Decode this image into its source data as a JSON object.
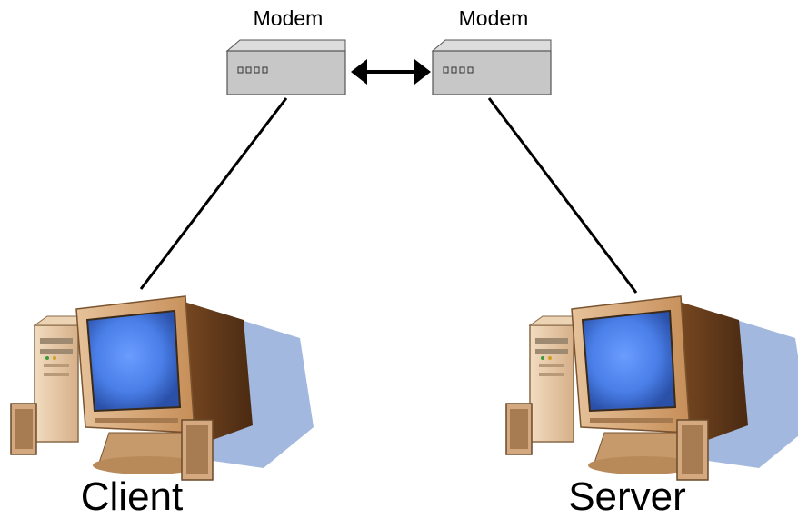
{
  "modems": [
    {
      "label": "Modem"
    },
    {
      "label": "Modem"
    }
  ],
  "nodes": [
    {
      "label": "Client",
      "icon": "desktop-computer-icon"
    },
    {
      "label": "Server",
      "icon": "desktop-computer-icon"
    }
  ],
  "connection": {
    "type": "bidirectional-arrow"
  },
  "colors": {
    "modem_body": "#c6c6c6",
    "modem_top": "#d9d9d9",
    "screen": "#4f86f0",
    "monitor_case": "#d9ad7f",
    "shadow": "#9fb5dc",
    "line": "#000000"
  }
}
